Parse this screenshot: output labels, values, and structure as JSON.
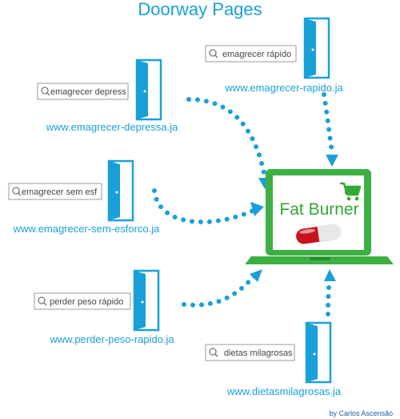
{
  "title": "Doorway Pages",
  "credit": "by Carlos Ascensão",
  "laptop": {
    "screen_text": "Fat Burner"
  },
  "doorways": [
    {
      "query": "emagrecer depress",
      "url": "www.emagrecer-depressa.ja"
    },
    {
      "query": "emagrecer rápido",
      "url": "www.emagrecer-rapido.ja"
    },
    {
      "query": "emagrecer sem esf",
      "url": "www.emagrecer-sem-esforco.ja"
    },
    {
      "query": "perder peso rápido",
      "url": "www.perder-peso-rapido.ja"
    },
    {
      "query": "dietas milagrosas",
      "url": "www.dietasmilagrosas.ja"
    }
  ],
  "colors": {
    "accent": "#1aa0d8",
    "laptop": "#3cb043",
    "door": "#1aa0d8",
    "pill_red": "#c8121e"
  },
  "icons": [
    "search-icon",
    "door-icon",
    "laptop-icon",
    "shopping-cart-icon",
    "pill-icon"
  ]
}
